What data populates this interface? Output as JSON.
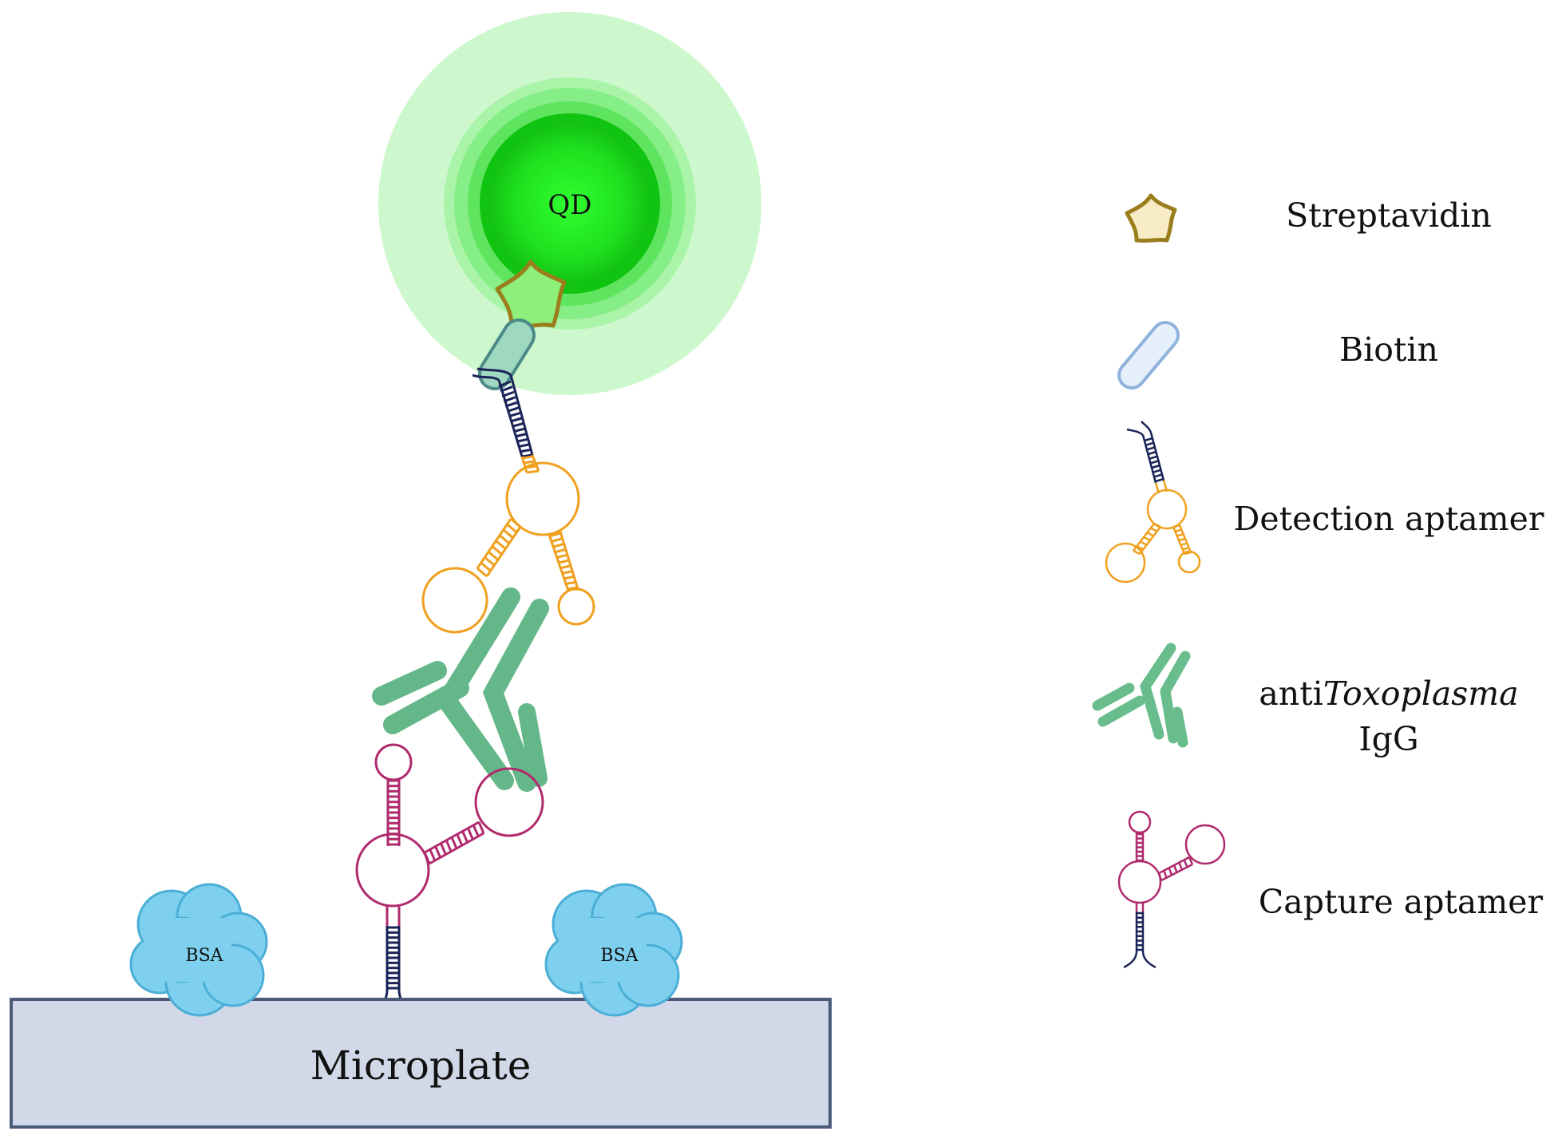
{
  "diagram": {
    "microplate_label": "Microplate",
    "bsa_label": "BSA",
    "qd_label": "QD",
    "legend": {
      "streptavidin": "Streptavidin",
      "biotin": "Biotin",
      "detection_aptamer": "Detection aptamer",
      "antibody_prefix": "anti",
      "antibody_italic": "Toxoplasma",
      "antibody_line2": "IgG",
      "capture_aptamer": "Capture aptamer"
    }
  },
  "colors": {
    "plate_fill": "#d1d9e8",
    "plate_stroke": "#4b5a78",
    "bsa": "#7fd0ee",
    "qd_core": "#22e022",
    "qd_glow": "#cdf8cd",
    "streptavidin": "#9a7d1c",
    "biotin": "#8fb2dc",
    "detection_aptamer": "#f0a01e",
    "antibody": "#5db883",
    "capture_aptamer": "#b02a6e",
    "dna_stem": "#1a2458"
  }
}
